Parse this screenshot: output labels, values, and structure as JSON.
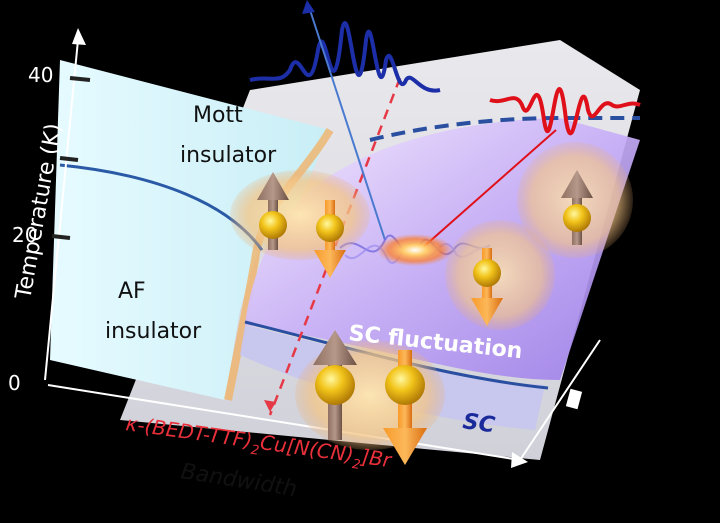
{
  "axes": {
    "y_label": "Temperature (K)",
    "y_ticks": [
      "40",
      "20",
      "0"
    ],
    "x_label": "Bandwidth"
  },
  "regions": {
    "mott": [
      "Mott",
      "insulator"
    ],
    "af": [
      "AF",
      "insulator"
    ],
    "sc_fluctuation": "SC fluctuation",
    "sc": "SC"
  },
  "compound": {
    "prefix": "κ-(BEDT-TTF)",
    "sub2": "2",
    "cu": "Cu[N(CN)",
    "sub2b": "2",
    "suffix": "]Br"
  },
  "colors": {
    "mott_bg": "#d6f4fa",
    "sc_region": "#b69cf5",
    "blue_pulse": "#1c2fa8",
    "red_pulse": "#e0101a",
    "compound_text": "#e8303a",
    "sc_text": "#1a2a9a"
  }
}
